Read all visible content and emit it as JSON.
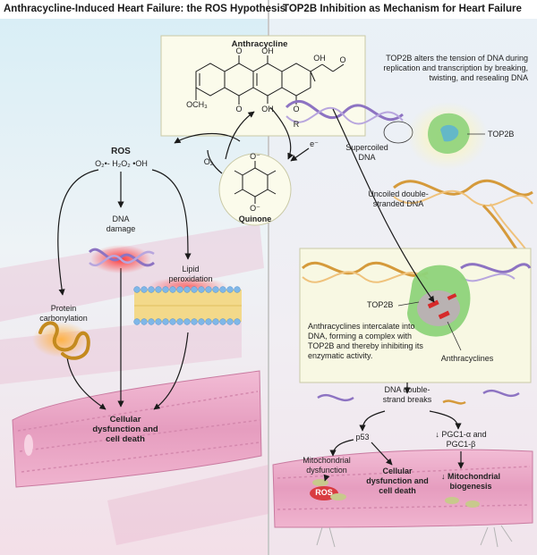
{
  "left_panel": {
    "title": "Anthracycline-Induced Heart Failure: the ROS Hypothesis",
    "ros": {
      "label": "ROS",
      "species": "O₂•-  H₂O₂  •OH"
    },
    "dna_damage": "DNA damage",
    "lipid_peroxidation": "Lipid peroxidation",
    "protein_carbonylation": "Protein carbonylation",
    "outcome": "Cellular dysfunction and cell death"
  },
  "center": {
    "anthracycline_title": "Anthracycline",
    "chem": {
      "oh1": "OH",
      "oh2": "OH",
      "oh3": "OH",
      "o1": "O",
      "o2": "O",
      "o3": "O",
      "o4": "O",
      "och3": "OCH₃",
      "r": "R",
      "o_minus_top": "O⁻",
      "o_minus_bottom": "O⁻"
    },
    "o2": "O₂",
    "electron": "e⁻",
    "quinone": "Quinone"
  },
  "right_panel": {
    "title": "TOP2B Inhibition as Mechanism for Heart Failure",
    "top2b_text": "TOP2B alters the tension of DNA during replication and transcription by breaking, twisting, and resealing DNA",
    "top2b_label": "TOP2B",
    "supercoiled": "Supercoiled DNA",
    "uncoiled": "Uncoiled double-stranded DNA",
    "inset": {
      "top2b_label": "TOP2B",
      "text": "Anthracyclines intercalate into DNA, forming a complex with TOP2B and thereby inhibiting its enzymatic activity.",
      "anthracyclines_label": "Anthracyclines"
    },
    "dna_breaks": "DNA double-strand breaks",
    "p53": "p53",
    "pgc": "↓ PGC1-α and PGC1-β",
    "mito_dysfunction": "Mitochondrial dysfunction",
    "cell_outcome": "Cellular dysfunction and cell death",
    "ros_label": "ROS",
    "mito_biogenesis": "↓ Mitochondrial biogenesis"
  },
  "colors": {
    "left_bg_top": "#d7eef6",
    "left_bg_bottom": "#f2e3ea",
    "right_bg_top": "#e9f1f7",
    "cell_pink": "#e9a9c6",
    "inset_bg": "#f8f8e3",
    "arrow": "#1a1a1a",
    "dna_orange": "#d59a3b",
    "dna_purple": "#8d73c2",
    "protein_green": "#8ed37a",
    "ros_red": "#d62a2a"
  }
}
